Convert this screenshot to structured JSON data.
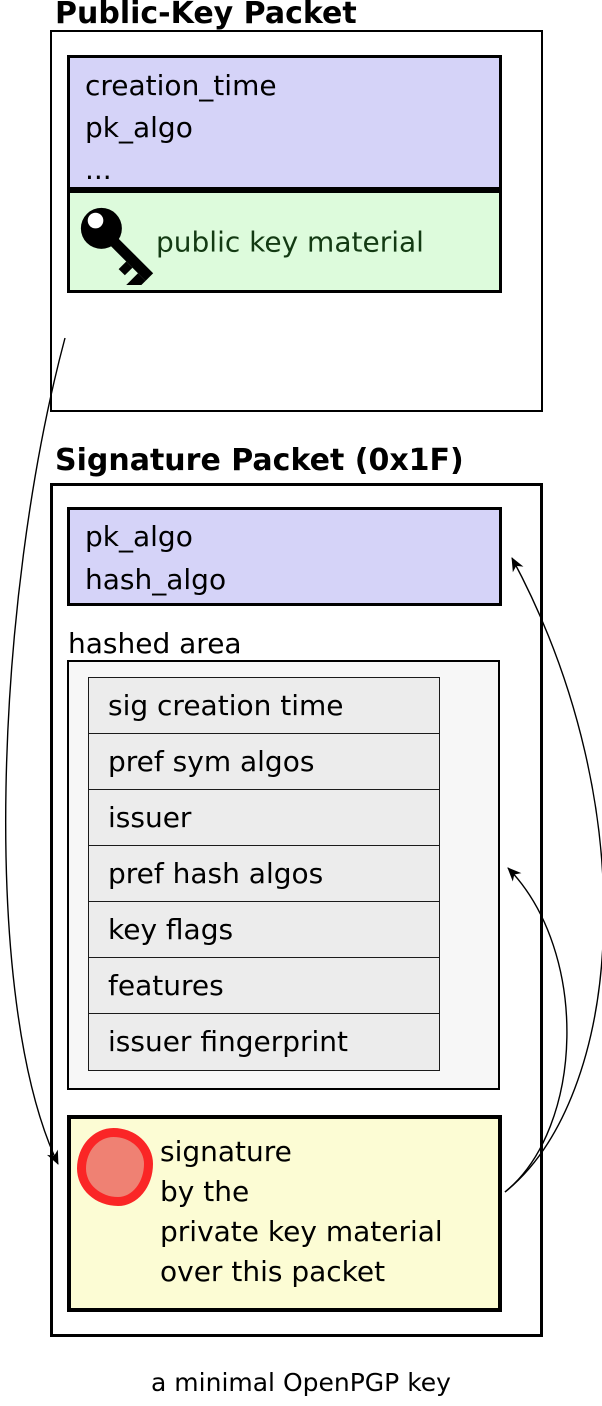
{
  "public_key_packet": {
    "title": "Public-Key Packet",
    "header_fields": [
      "creation_time",
      "pk_algo",
      "..."
    ],
    "material_label": "public key material"
  },
  "signature_packet": {
    "title": "Signature Packet (0x1F)",
    "header_fields": [
      "pk_algo",
      "hash_algo"
    ],
    "hashed_area_label": "hashed area",
    "subpackets": [
      "sig creation time",
      "pref sym algos",
      "issuer",
      "pref hash algos",
      "key flags",
      "features",
      "issuer fingerprint"
    ],
    "signature_lines": [
      "signature",
      "by the",
      "private key material",
      "over this packet"
    ]
  },
  "caption": "a minimal OpenPGP key",
  "icons": {
    "key": "key-icon",
    "seal": "wax-seal-icon"
  },
  "colors": {
    "packet_header_fill": "#d5d3f8",
    "key_material_fill": "#ddfbdc",
    "key_material_text": "#133a13",
    "hashed_area_fill": "#f7f7f7",
    "subpacket_fill": "#ececec",
    "signature_fill": "#fcfcd4",
    "seal_ring": "#fa2626",
    "seal_center": "#ef8173",
    "border": "#000000"
  }
}
